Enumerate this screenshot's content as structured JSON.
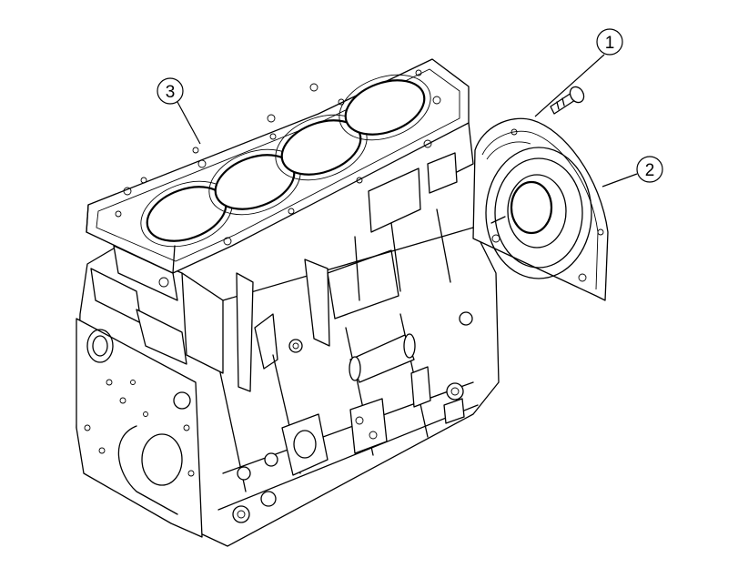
{
  "callouts": [
    {
      "id": "callout-1",
      "label": "1",
      "part": "bolt"
    },
    {
      "id": "callout-2",
      "label": "2",
      "part": "rear-seal-housing"
    },
    {
      "id": "callout-3",
      "label": "3",
      "part": "cylinder-block"
    }
  ]
}
